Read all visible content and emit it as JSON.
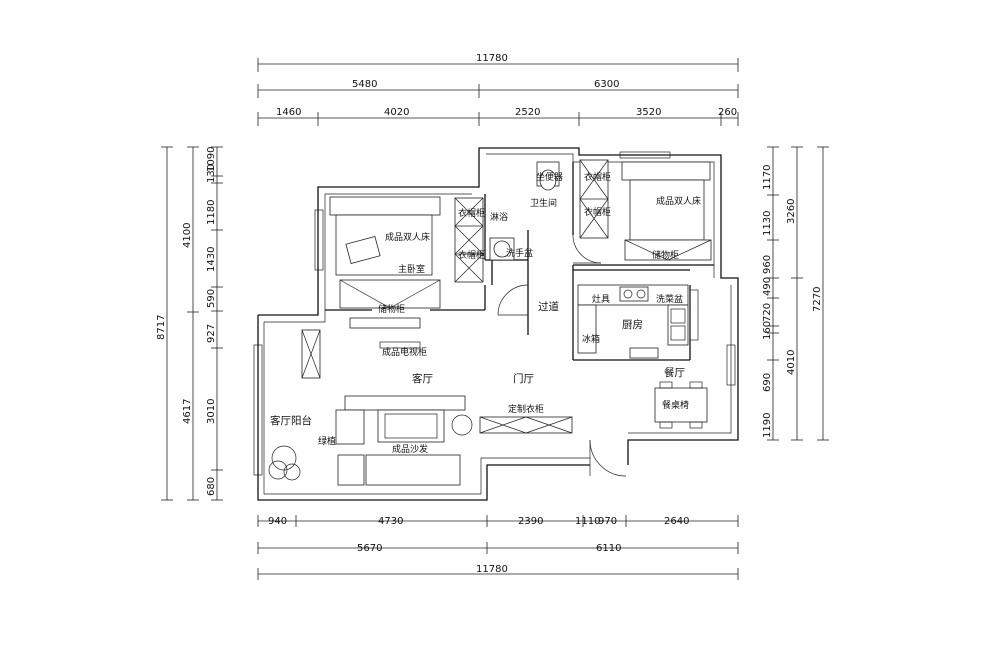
{
  "dimensions": {
    "top_total": "11780",
    "top_second": [
      "5480",
      "6300"
    ],
    "top_third": [
      "1460",
      "4020",
      "2520",
      "3520",
      "260"
    ],
    "bottom_first": [
      "940",
      "4730",
      "2390",
      "1110",
      "970",
      "2640"
    ],
    "bottom_second": [
      "5670",
      "6110"
    ],
    "bottom_total": "11780",
    "left_total": "8717",
    "left_second": [
      "4100",
      "4617"
    ],
    "left_third": [
      "1090",
      "130",
      "1180",
      "1430",
      "590",
      "927",
      "3010",
      "680"
    ],
    "right_first": [
      "1170",
      "1130",
      "960",
      "490",
      "720",
      "160",
      "690",
      "1190"
    ],
    "right_second": [
      "3260",
      "4010"
    ],
    "right_total": "7270"
  },
  "rooms": {
    "master_bedroom": "主卧室",
    "master_bed": "成品双人床",
    "master_wardrobe_1": "衣帽柜",
    "master_wardrobe_2": "衣帽柜",
    "master_storage": "储物柜",
    "tv_cabinet": "成品电视柜",
    "bathroom": "卫生间",
    "toilet": "坐便器",
    "shower": "淋浴",
    "basin": "洗手盆",
    "corridor": "过道",
    "second_bedroom_bed": "成品双人床",
    "second_wardrobe_1": "衣帽柜",
    "second_wardrobe_2": "衣帽柜",
    "second_storage": "储物柜",
    "kitchen": "厨房",
    "stove": "灶具",
    "sink": "洗菜盆",
    "fridge": "冰箱",
    "living_room": "客厅",
    "foyer": "门厅",
    "dining": "餐厅",
    "dining_table": "餐桌椅",
    "custom_cabinet": "定制衣柜",
    "sofa": "成品沙发",
    "balcony": "客厅阳台",
    "plant": "绿植"
  }
}
